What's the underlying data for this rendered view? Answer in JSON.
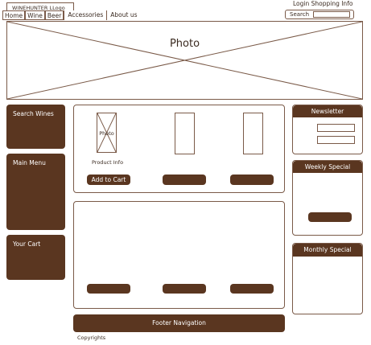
{
  "header": {
    "logo": "WINEHUNTER LLogo",
    "top_links": "Login  Shopping Info",
    "search_label": "Search"
  },
  "nav": {
    "items": [
      "Home",
      "Wine",
      "Beer",
      "Accessories",
      "About us"
    ]
  },
  "hero": {
    "label": "Photo"
  },
  "left": {
    "search_wines": "Search Wines",
    "main_menu": "Main Menu",
    "your_cart": "Your Cart"
  },
  "products": {
    "photo_label": "Photo",
    "product_info": "Product Info",
    "add_to_cart": "Add to Cart"
  },
  "right": {
    "newsletter": "Newsletter",
    "weekly_special": "Weekly Special",
    "monthly_special": "Monthly Special"
  },
  "footer": {
    "navigation": "Footer Navigation",
    "copyrights": "Copyrights"
  },
  "colors": {
    "accent": "#5a3620",
    "outline": "#7a5a48"
  }
}
